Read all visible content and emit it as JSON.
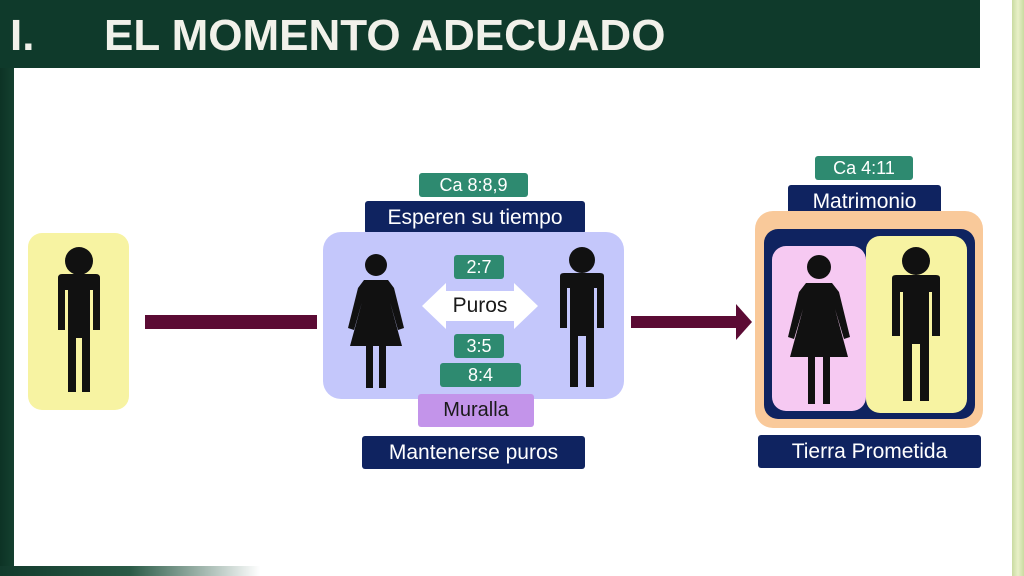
{
  "header": {
    "number": "I.",
    "title": "EL MOMENTO ADECUADO"
  },
  "left_figure": {
    "icon": "man-icon"
  },
  "middle": {
    "ref_top": "Ca 8:8,9",
    "title": "Esperen su tiempo",
    "ref_upper": "2:7",
    "center_label": "Puros",
    "ref_lower_1": "3:5",
    "ref_lower_2": "8:4",
    "wall_label": "Muralla",
    "caption": "Mantenerse puros"
  },
  "right": {
    "ref_top": "Ca 4:11",
    "title": "Matrimonio",
    "caption": "Tierra Prometida"
  },
  "colors": {
    "header": "#0f3a2b",
    "navy": "#0f2360",
    "green_tag": "#2e8a70",
    "arrow": "#5b0b34",
    "yellow": "#f7f3a2",
    "lavender": "#c4c7fb",
    "peach": "#f9c99a",
    "pink": "#f6c9f2",
    "purple_tag": "#c394ea"
  }
}
